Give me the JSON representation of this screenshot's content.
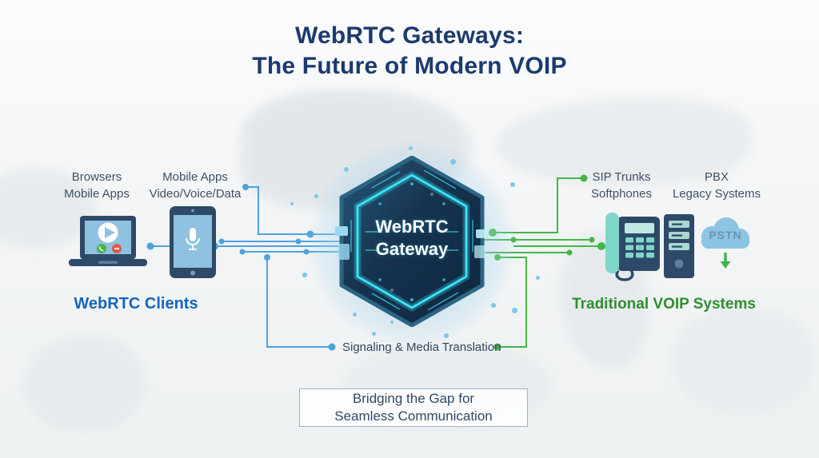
{
  "title": {
    "line1": "WebRTC Gateways:",
    "line2": "The Future of Modern VOIP"
  },
  "clients": {
    "group_label_1": {
      "line1": "Browsers",
      "line2": "Mobile Apps"
    },
    "group_label_2": {
      "line1": "Mobile Apps",
      "line2": "Video/Voice/Data"
    },
    "caption": "WebRTC Clients"
  },
  "gateway": {
    "name_line1": "WebRTC",
    "name_line2": "Gateway",
    "function_label": "Signaling & Media Translation"
  },
  "voip": {
    "group_label_1": {
      "line1": "SIP Trunks",
      "line2": "Softphones"
    },
    "group_label_2": {
      "line1": "PBX",
      "line2": "Legacy Systems"
    },
    "caption": "Traditional VOIP Systems",
    "cloud_label": "PSTN"
  },
  "footer": {
    "line1": "Bridging the Gap for",
    "line2": "Seamless Communication"
  },
  "colors": {
    "title_navy": "#1c3a6e",
    "label_slate": "#3f5065",
    "clients_blue": "#1565bd",
    "voip_green": "#2f8f2f",
    "connector_blue": "#4da3dc",
    "connector_green": "#43b649",
    "device_navy": "#2e4a68",
    "screen_blue": "#8fc1e0",
    "handset_teal": "#7fd6c9",
    "circuit_cyan": "#36dff2",
    "cloud_blue": "#8cc4e3"
  }
}
